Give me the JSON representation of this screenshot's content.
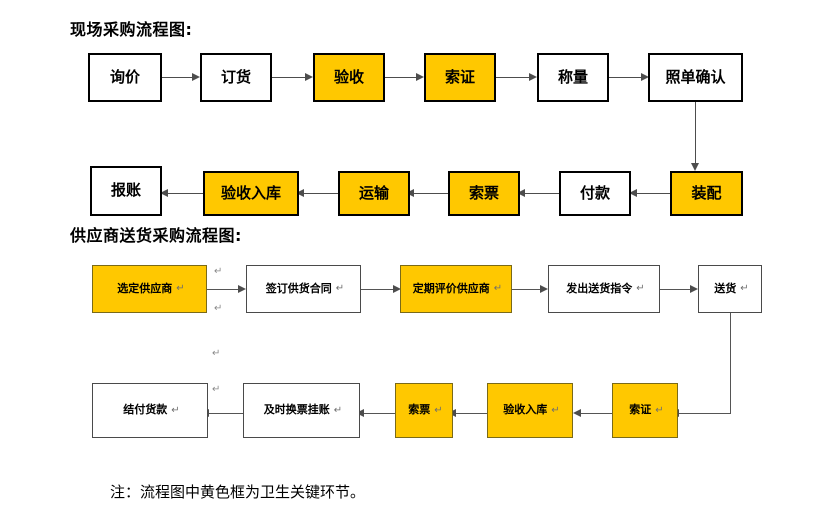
{
  "page": {
    "footer_note": "注：流程图中黄色框为卫生关键环节。"
  },
  "chart_data": {
    "type": "diagram",
    "title": "采购流程图",
    "legend": "黄色框为卫生关键环节",
    "flows": [
      {
        "id": "onsite-purchase",
        "title": "现场采购流程图:",
        "rows": [
          {
            "direction": "left-to-right",
            "nodes": [
              {
                "label": "询价",
                "highlight": false
              },
              {
                "label": "订货",
                "highlight": false
              },
              {
                "label": "验收",
                "highlight": true
              },
              {
                "label": "索证",
                "highlight": true
              },
              {
                "label": "称量",
                "highlight": false
              },
              {
                "label": "照单确认",
                "highlight": false
              }
            ]
          },
          {
            "direction": "right-to-left",
            "nodes": [
              {
                "label": "报账",
                "highlight": false
              },
              {
                "label": "验收入库",
                "highlight": true
              },
              {
                "label": "运输",
                "highlight": true
              },
              {
                "label": "索票",
                "highlight": true
              },
              {
                "label": "付款",
                "highlight": false
              },
              {
                "label": "装配",
                "highlight": true
              }
            ]
          }
        ]
      },
      {
        "id": "supplier-delivery-purchase",
        "title": "供应商送货采购流程图:",
        "rows": [
          {
            "direction": "left-to-right",
            "nodes": [
              {
                "label": "选定供应商",
                "highlight": true
              },
              {
                "label": "签订供货合同",
                "highlight": false
              },
              {
                "label": "定期评价供应商",
                "highlight": true
              },
              {
                "label": "发出送货指令",
                "highlight": false
              },
              {
                "label": "送货",
                "highlight": false
              }
            ]
          },
          {
            "direction": "right-to-left",
            "nodes": [
              {
                "label": "结付货款",
                "highlight": false
              },
              {
                "label": "及时换票挂账",
                "highlight": false
              },
              {
                "label": "索票",
                "highlight": true
              },
              {
                "label": "验收入库",
                "highlight": true
              },
              {
                "label": "索证",
                "highlight": true
              }
            ]
          }
        ]
      }
    ],
    "glyphs": {
      "paragraph_return": "↵"
    },
    "colors": {
      "highlight_fill": "#ffc800",
      "plain_fill": "#ffffff",
      "border": "#000000",
      "connector": "#4d4d4d",
      "text": "#000000"
    }
  }
}
